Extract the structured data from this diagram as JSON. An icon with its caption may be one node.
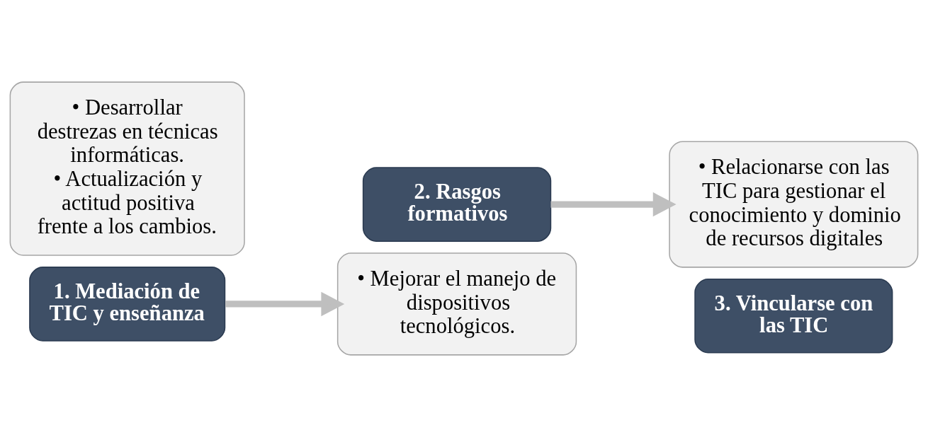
{
  "diagram": {
    "nodes": [
      {
        "text": [
          "• Desarrollar destrezas en técnicas informáticas.",
          "• Actualización y actitud positiva frente a los cambios."
        ]
      },
      {
        "text": [
          "1. Mediación de TIC y enseñanza"
        ]
      },
      {
        "text": [
          "2. Rasgos formativos"
        ]
      },
      {
        "text": [
          "• Mejorar el manejo de dispositivos tecnológicos."
        ]
      },
      {
        "text": [
          "• Relacionarse con las TIC para gestionar el conocimiento y dominio de recursos digitales"
        ]
      },
      {
        "text": [
          "3. Vincularse con las TIC"
        ]
      }
    ],
    "edges": [
      {
        "from": 1,
        "to": 3,
        "arrow": "to"
      },
      {
        "from": 2,
        "to": 4,
        "arrow": "to"
      }
    ]
  }
}
